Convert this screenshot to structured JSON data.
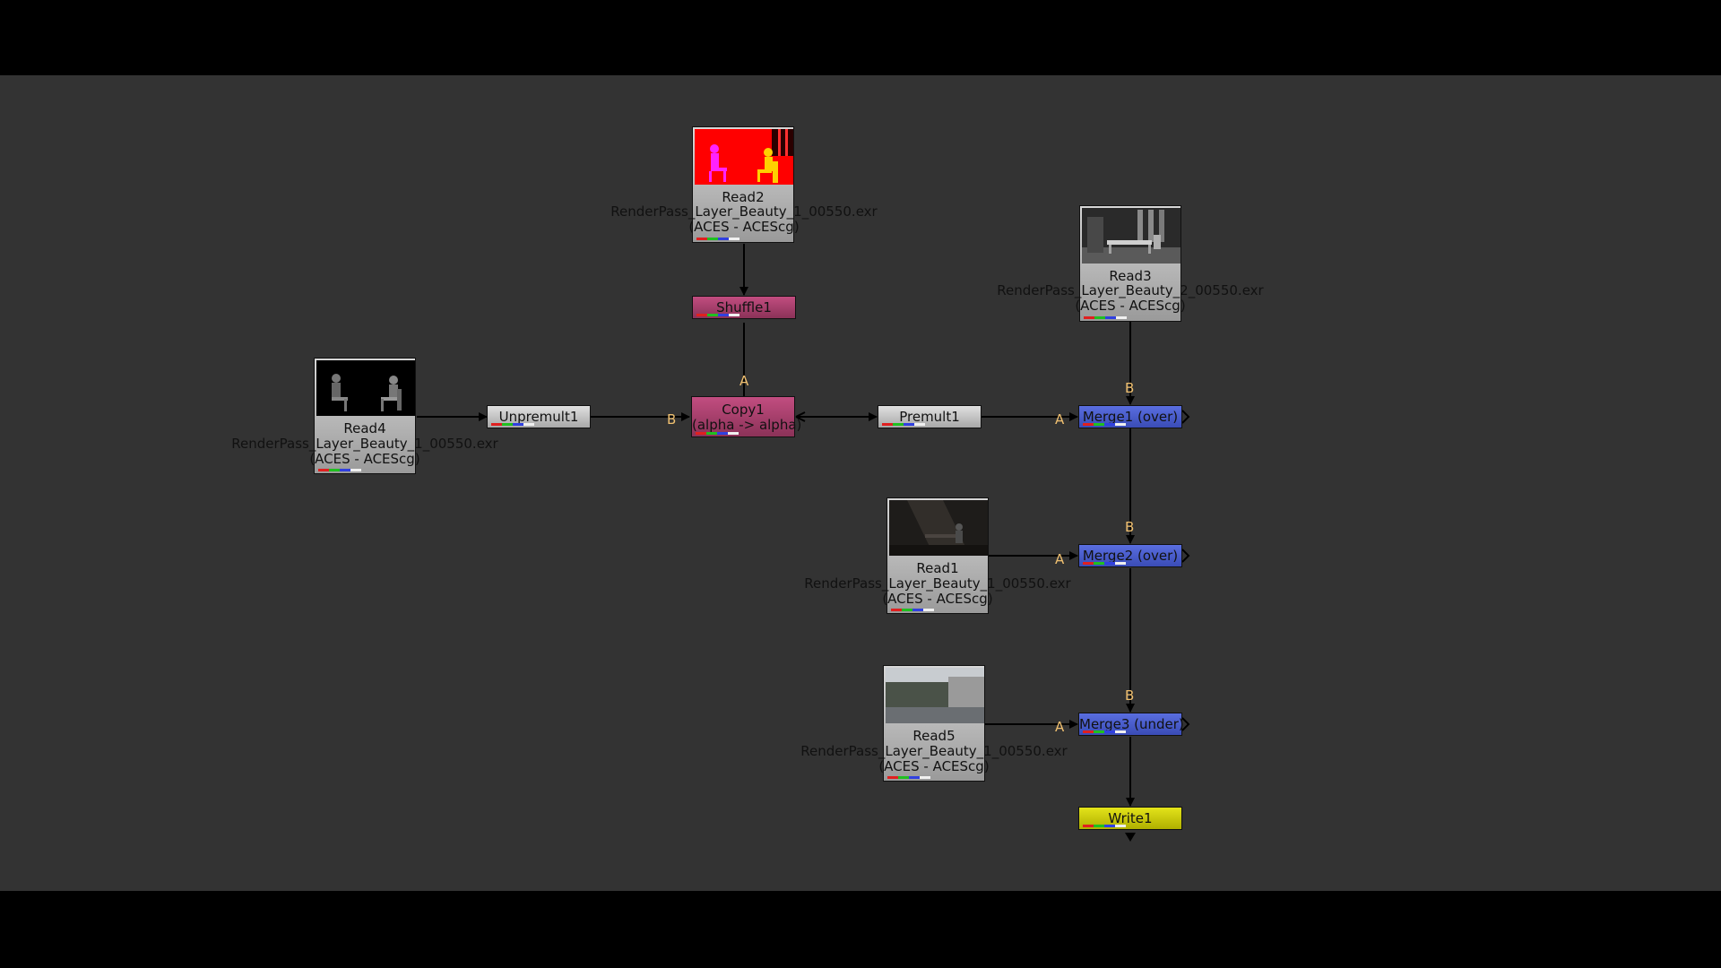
{
  "nodes": {
    "read2": {
      "name": "Read2",
      "file": "RenderPass_Layer_Beauty_1_00550.exr",
      "colorspace": "(ACES - ACEScg)"
    },
    "read3": {
      "name": "Read3",
      "file": "RenderPass_Layer_Beauty_2_00550.exr",
      "colorspace": "(ACES - ACEScg)"
    },
    "read4": {
      "name": "Read4",
      "file": "RenderPass_Layer_Beauty_1_00550.exr",
      "colorspace": "(ACES - ACEScg)"
    },
    "read1": {
      "name": "Read1",
      "file": "RenderPass_Layer_Beauty_1_00550.exr",
      "colorspace": "(ACES - ACEScg)"
    },
    "read5": {
      "name": "Read5",
      "file": "RenderPass_Layer_Beauty_1_00550.exr",
      "colorspace": "(ACES - ACEScg)"
    },
    "shuffle1": {
      "name": "Shuffle1"
    },
    "copy1": {
      "name": "Copy1",
      "sub": "(alpha -> alpha)"
    },
    "unpremult1": {
      "name": "Unpremult1"
    },
    "premult1": {
      "name": "Premult1"
    },
    "merge1": {
      "name": "Merge1 (over)"
    },
    "merge2": {
      "name": "Merge2 (over)"
    },
    "merge3": {
      "name": "Merge3 (under)"
    },
    "write1": {
      "name": "Write1"
    }
  },
  "inputs": {
    "a": "A",
    "b": "B"
  },
  "colors": {
    "read": "#b8b8b8",
    "shuffle": "#a8406c",
    "merge": "#4a5ed0",
    "write": "#d0d000",
    "wire": "#000000",
    "input_label": "#f0c070"
  }
}
